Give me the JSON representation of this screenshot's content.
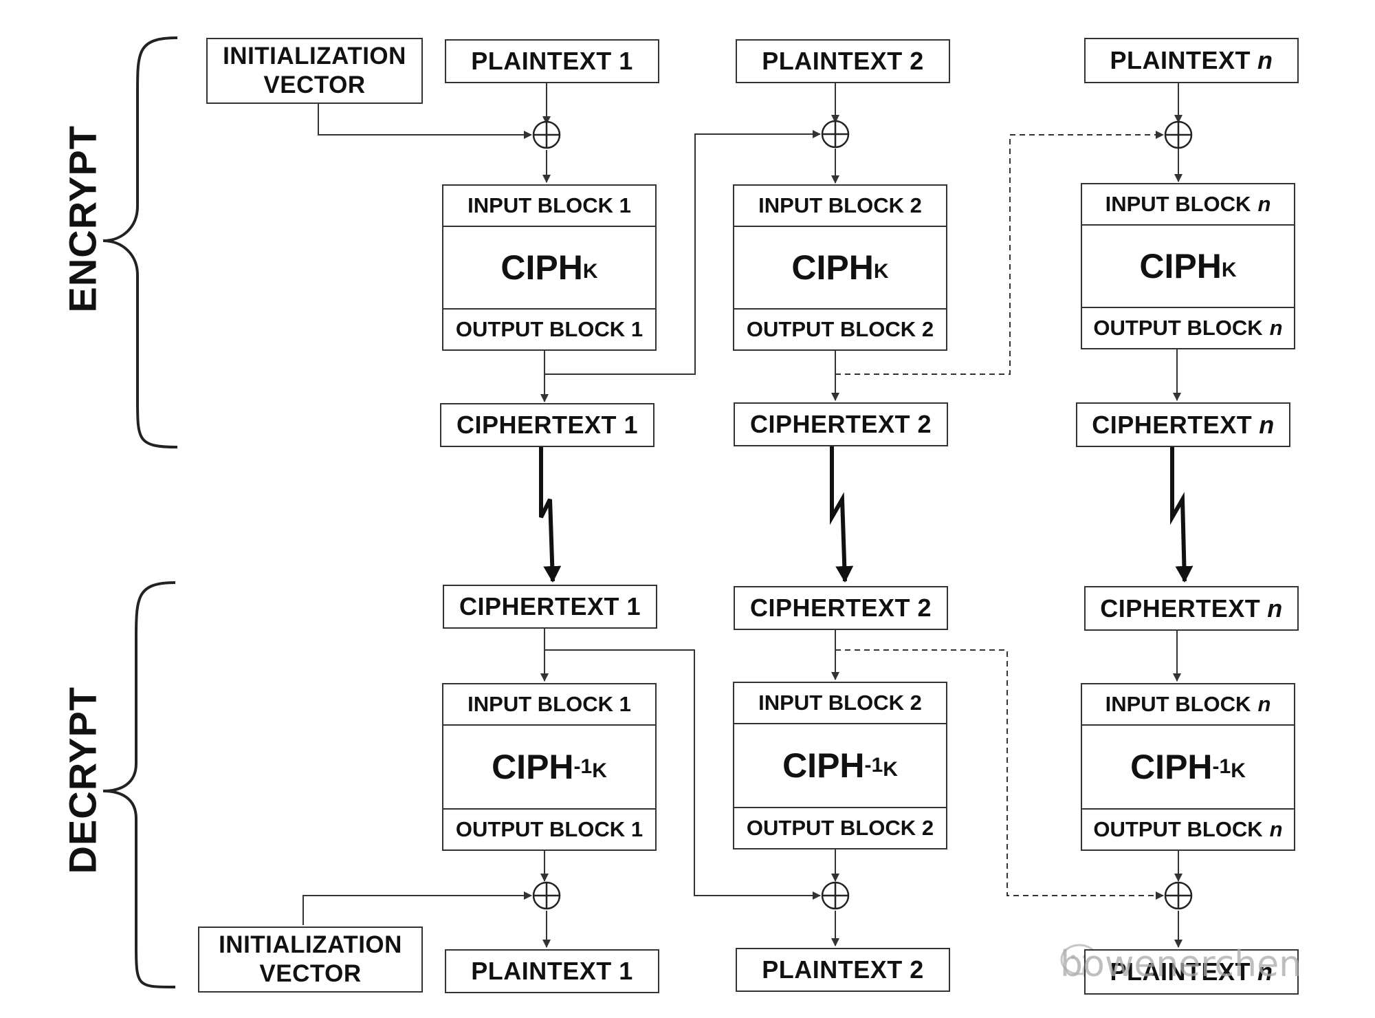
{
  "encrypt_label": "ENCRYPT",
  "decrypt_label": "DECRYPT",
  "iv_line1": "INITIALIZATION",
  "iv_line2": "VECTOR",
  "plaintext_prefix": "PLAINTEXT",
  "ciphertext_prefix": "CIPHERTEXT",
  "input_block_prefix": "INPUT BLOCK",
  "output_block_prefix": "OUTPUT BLOCK",
  "cipher_func": "CIPH",
  "cipher_sub": "K",
  "inverse_sup": "-1",
  "columns": [
    {
      "index": "1"
    },
    {
      "index": "2"
    },
    {
      "index": "n",
      "italic": true
    }
  ],
  "watermark": "bowenerchen",
  "colors": {
    "line": "#333333",
    "box_border": "#333333",
    "watermark": "#a9a9a9"
  },
  "icons": [
    "xor-icon",
    "brace-icon",
    "broken-arrow-icon",
    "chat-bubble-icon"
  ]
}
